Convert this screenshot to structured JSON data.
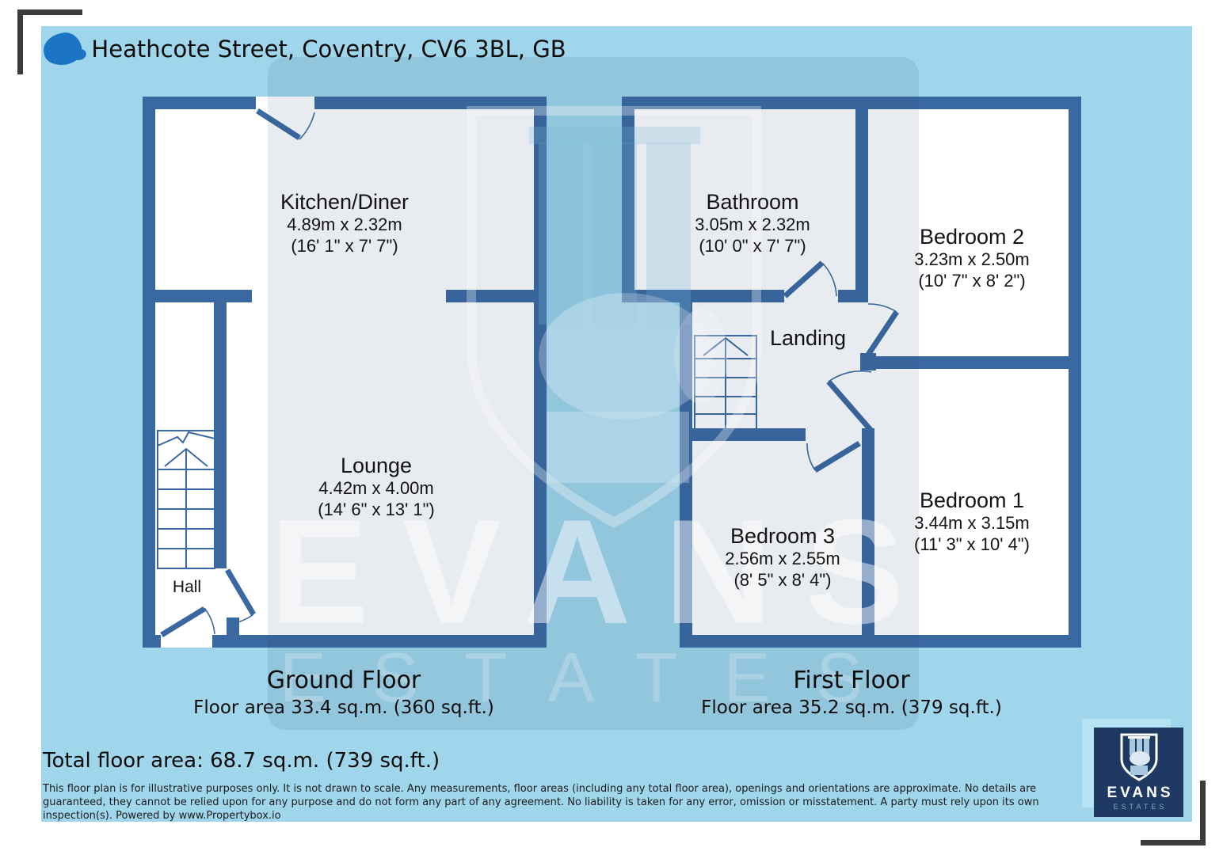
{
  "title": {
    "address": ", Heathcote Street, Coventry, CV6 3BL, GB"
  },
  "colors": {
    "background": "#a0d6eb",
    "wall": "#3a69a2",
    "room": "#ffffff",
    "logo_navy": "#1e3a63",
    "logo_light_blue": "#b5e3f4",
    "title_blob_blue": "#1c74c5"
  },
  "ground_floor": {
    "name": "Ground Floor",
    "area": "Floor area 33.4 sq.m. (360 sq.ft.)",
    "rooms": [
      {
        "name": "Kitchen/Diner",
        "metric": "4.89m x 2.32m",
        "imperial": "(16' 1\" x 7' 7\")"
      },
      {
        "name": "Lounge",
        "metric": "4.42m x 4.00m",
        "imperial": "(14' 6\" x 13' 1\")"
      },
      {
        "name": "Hall"
      }
    ]
  },
  "first_floor": {
    "name": "First Floor",
    "area": "Floor area 35.2 sq.m. (379 sq.ft.)",
    "rooms": [
      {
        "name": "Bathroom",
        "metric": "3.05m x 2.32m",
        "imperial": "(10' 0\" x 7' 7\")"
      },
      {
        "name": "Bedroom 2",
        "metric": "3.23m x 2.50m",
        "imperial": "(10' 7\" x 8' 2\")"
      },
      {
        "name": "Landing"
      },
      {
        "name": "Bedroom 3",
        "metric": "2.56m x 2.55m",
        "imperial": "(8' 5\" x 8' 4\")"
      },
      {
        "name": "Bedroom 1",
        "metric": "3.44m x 3.15m",
        "imperial": "(11' 3\" x 10' 4\")"
      }
    ]
  },
  "footer": {
    "total_area": "Total floor area: 68.7 sq.m. (739 sq.ft.)",
    "disclaimer": "This floor plan is for illustrative purposes only. It is not drawn to scale. Any measurements, floor areas (including any total floor area), openings and orientations are approximate. No details are guaranteed, they cannot be relied upon for any purpose and do not form any part of any agreement. No liability is taken for any error, omission or misstatement. A party must rely upon its own inspection(s). Powered by www.Propertybox.io"
  },
  "watermark": {
    "line1": "EVANS",
    "line2": "ESTATES"
  },
  "logo": {
    "brand": "EVANS",
    "sub": "ESTATES"
  }
}
